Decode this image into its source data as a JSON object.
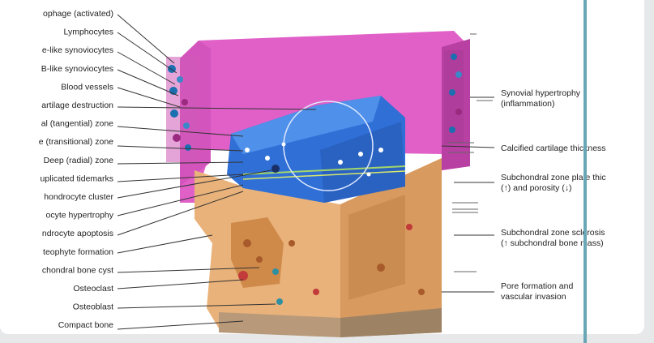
{
  "colors": {
    "synovium": "#e060c8",
    "synovium_dark": "#c548b0",
    "cartilage": "#2f6fd6",
    "cartilage_light": "#4f90ea",
    "bone": "#e9b27a",
    "bone_dark": "#c7884d",
    "compact_bone": "#bfa58a",
    "divider": "#6aa7b6",
    "label_text": "#222222"
  },
  "left_labels": [
    "ophage (activated)",
    "Lymphocytes",
    "e-like synoviocytes",
    "B-like synoviocytes",
    "Blood vessels",
    "artilage destruction",
    "al (tangential) zone",
    "e (transitional) zone",
    "Deep (radial) zone",
    "uplicated tidemarks",
    "hondrocyte cluster",
    "ocyte hypertrophy",
    "ndrocyte apoptosis",
    "teophyte formation",
    "chondral bone cyst",
    "Osteoclast",
    "Osteoblast",
    "Compact bone"
  ],
  "right_labels": [
    {
      "lines": [
        "Synovial hypertrophy",
        "(inflammation)"
      ]
    },
    {
      "lines": [
        "Calcified cartilage thickness"
      ]
    },
    {
      "lines": [
        "Subchondral zone plate thic",
        "(↑) and porosity (↓)"
      ]
    },
    {
      "lines": [
        "Subchondral zone sclerosis",
        "(↑ subchondral bone mass)"
      ]
    },
    {
      "lines": [
        "Pore formation and",
        "vascular invasion"
      ]
    }
  ]
}
